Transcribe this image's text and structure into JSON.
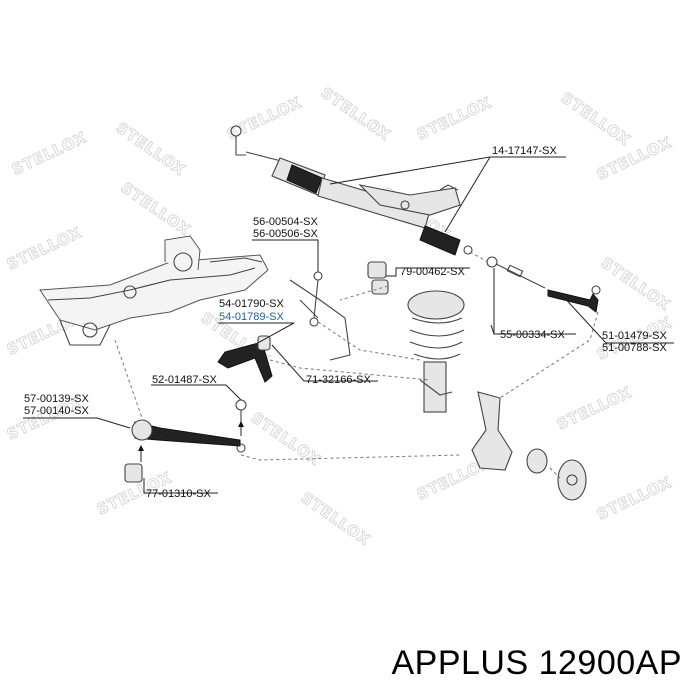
{
  "watermark": "STELLOX",
  "labels": {
    "steering_rack": "14-17147-SX",
    "stabilizer_link_a": "56-00504-SX",
    "stabilizer_link_b": "56-00506-SX",
    "stabilizer_bushing": "79-00462-SX",
    "control_arm_a": "54-01790-SX",
    "control_arm_b": "54-01789-SX",
    "arm_bushing": "71-32166-SX",
    "ball_joint": "52-01487-SX",
    "inner_tie_rod": "55-00334-SX",
    "tie_rod_end_a": "51-01479-SX",
    "tie_rod_end_b": "51-00788-SX",
    "strut_rod_a": "57-00139-SX",
    "strut_rod_b": "57-00140-SX",
    "strut_rod_bushing": "77-01310-SX"
  },
  "brand_caption": "APPLUS 12900AP"
}
